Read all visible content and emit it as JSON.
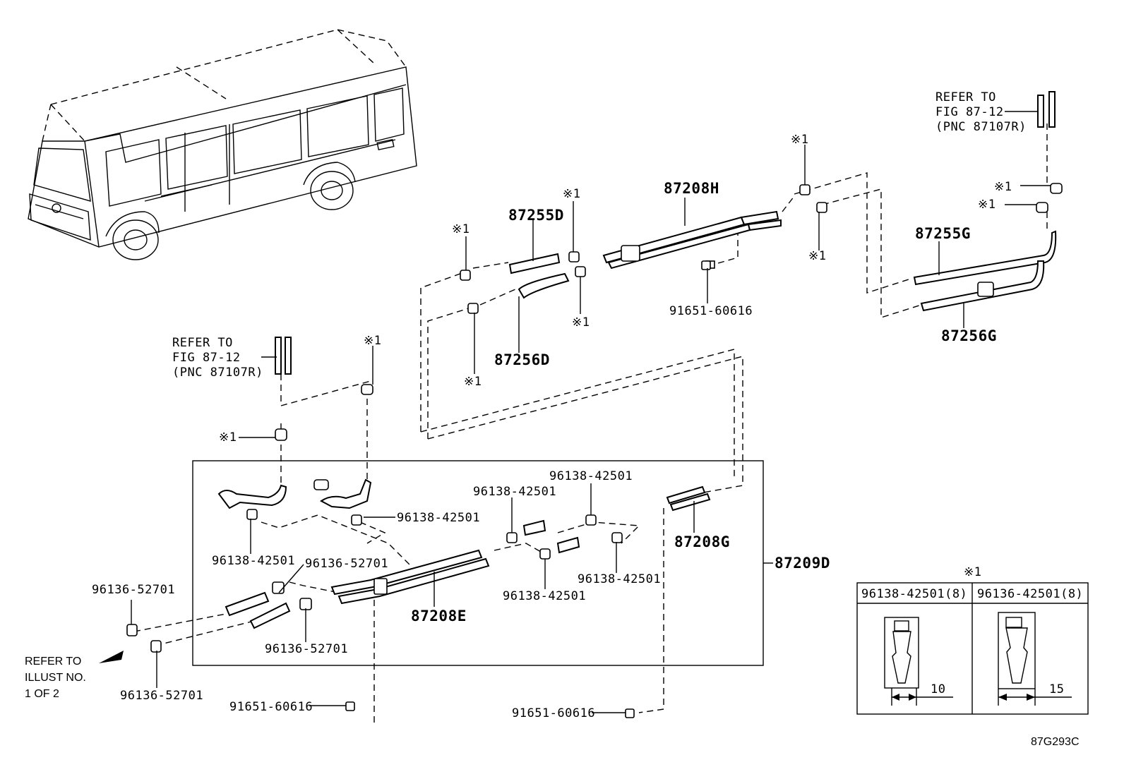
{
  "labels": {
    "refer_top": [
      "REFER TO",
      "FIG 87-12",
      "(PNC 87107R)"
    ],
    "refer_mid": [
      "REFER TO",
      "FIG 87-12",
      "(PNC 87107R)"
    ],
    "refer_left": [
      "REFER TO",
      "ILLUST NO.",
      "1 OF 2"
    ],
    "mark": "※1",
    "p87208H": "87208H",
    "p87255D": "87255D",
    "p87256D": "87256D",
    "p87255G": "87255G",
    "p87256G": "87256G",
    "p87208G": "87208G",
    "p87208E": "87208E",
    "p87209D": "87209D",
    "c96138": "96138-42501",
    "c96136": "96136-52701",
    "b91651": "91651-60616",
    "figure_code": "87G293C"
  },
  "legend": {
    "title": "※1",
    "col1_header": "96138-42501(8)",
    "col2_header": "96136-42501(8)",
    "col1_dim": "10",
    "col2_dim": "15"
  }
}
